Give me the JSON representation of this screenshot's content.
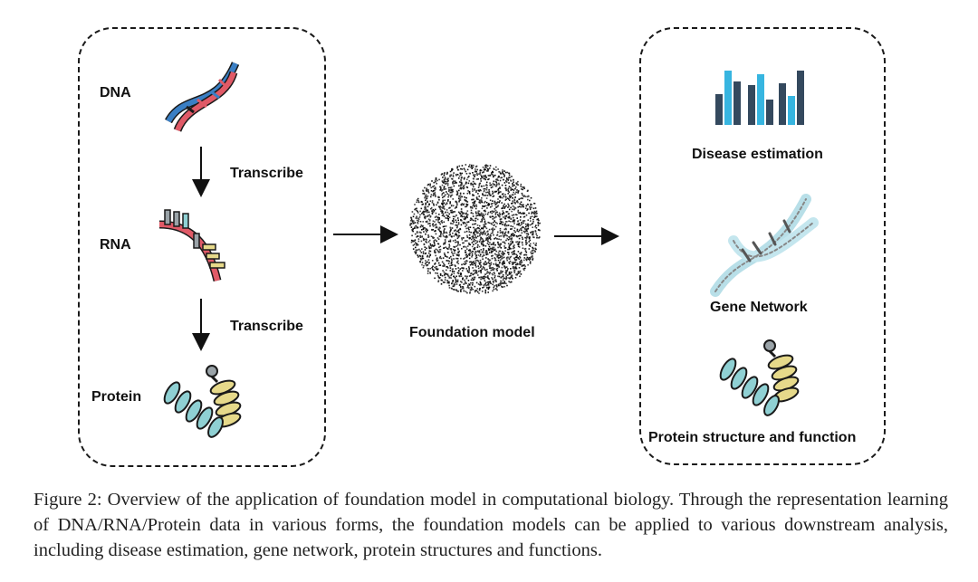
{
  "left_panel": {
    "dna_label": "DNA",
    "transcribe_label_1": "Transcribe",
    "rna_label": "RNA",
    "transcribe_label_2": "Transcribe",
    "protein_label": "Protein"
  },
  "center": {
    "foundation_label": "Foundation model"
  },
  "right_panel": {
    "disease_label": "Disease estimation",
    "gene_network_label": "Gene Network",
    "protein_function_label": "Protein structure and function"
  },
  "colors": {
    "bar_dark": "#34495e",
    "bar_light": "#37b5e0",
    "dna_red": "#e05a67",
    "dna_blue": "#3a7fc4",
    "helix_yellow": "#e6d98a",
    "helix_teal": "#8fd0d3"
  },
  "caption": "Figure 2: Overview of the application of foundation model in computational biology. Through the representation learning of DNA/RNA/Protein data in various forms, the foundation models can be applied to various downstream analysis, including disease estimation, gene network, protein structures and functions."
}
